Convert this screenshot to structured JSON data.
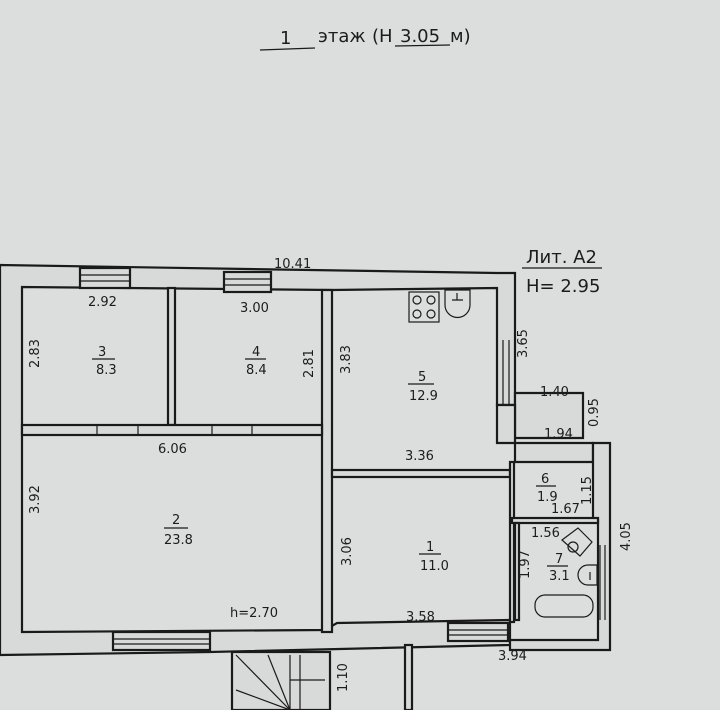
{
  "header": {
    "floor_number": "1",
    "floor_label": "этаж",
    "height_prefix": "(Н",
    "height_value": "3.05",
    "height_unit": "м)"
  },
  "lit": {
    "label": "Лит. А2",
    "height": "Н= 2.95"
  },
  "rooms": [
    {
      "number": "1",
      "area": "11.0"
    },
    {
      "number": "2",
      "area": "23.8"
    },
    {
      "number": "3",
      "area": "8.3"
    },
    {
      "number": "4",
      "area": "8.4"
    },
    {
      "number": "5",
      "area": "12.9"
    },
    {
      "number": "6",
      "area": "1.9"
    },
    {
      "number": "7",
      "area": "3.1"
    }
  ],
  "dimensions": {
    "overall_width": "10.41",
    "room3_width": "2.92",
    "room3_depth": "2.83",
    "room4_width": "3.00",
    "room4_depth": "2.81",
    "room5_depth": "3.83",
    "room5_width": "3.36",
    "a2_wall": "3.65",
    "porch_width": "1.40",
    "porch_depth": "0.95",
    "room6_top": "1.94",
    "room6_depth": "1.15",
    "room6_bottom": "1.67",
    "room7_width": "1.56",
    "room7_depth": "1.97",
    "a2_side": "4.05",
    "room2_width": "6.06",
    "room2_depth": "3.92",
    "room2_height": "h=2.70",
    "room1_depth": "3.06",
    "room1_width": "3.58",
    "a2_bottom": "3.94",
    "stair": "1.10"
  }
}
